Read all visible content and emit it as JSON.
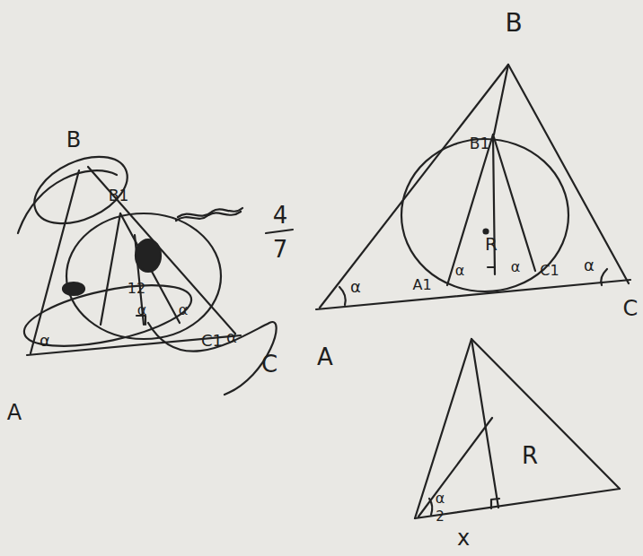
{
  "diagram": {
    "labels": [
      "B",
      "B1",
      "12",
      "α",
      "α",
      "α",
      "C1",
      "α",
      "C",
      "A",
      "4",
      "7",
      "B",
      "B1",
      "R",
      "α",
      "A1",
      "α",
      "α",
      "C1",
      "α",
      "C",
      "A",
      "R",
      "α",
      "2",
      "x"
    ]
  }
}
